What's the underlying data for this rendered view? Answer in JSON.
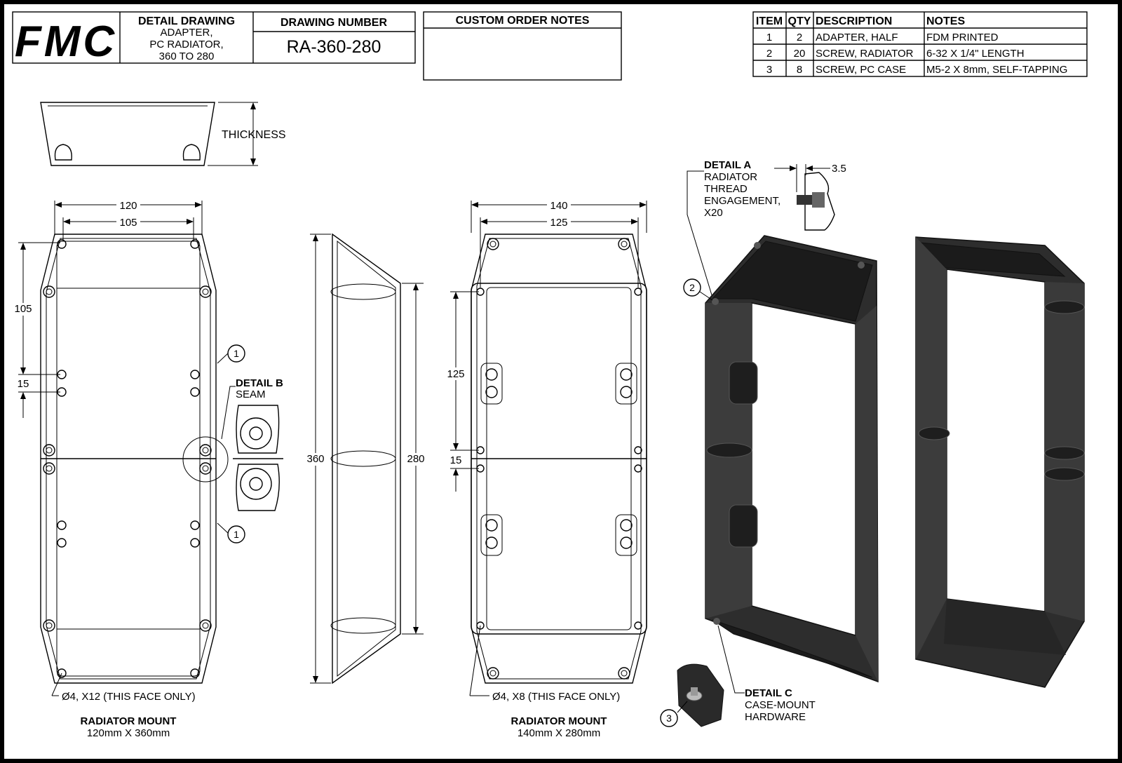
{
  "title_block": {
    "logo_text": "FMC",
    "logo_color": "#2e95c8",
    "detail_heading": "DETAIL DRAWING",
    "detail_lines": [
      "ADAPTER,",
      "PC RADIATOR,",
      "360 TO 280"
    ],
    "drawing_number_label": "DRAWING NUMBER",
    "drawing_number": "RA-360-280",
    "custom_notes_label": "CUSTOM ORDER NOTES",
    "custom_notes": ""
  },
  "bom": {
    "headers": [
      "ITEM",
      "QTY",
      "DESCRIPTION",
      "NOTES"
    ],
    "rows": [
      [
        "1",
        "2",
        "ADAPTER, HALF",
        "FDM PRINTED"
      ],
      [
        "2",
        "20",
        "SCREW, RADIATOR",
        "6-32 X 1/4\" LENGTH"
      ],
      [
        "3",
        "8",
        "SCREW, PC CASE",
        "M5-2 X 8mm, SELF-TAPPING"
      ]
    ]
  },
  "views": {
    "thickness_label": "THICKNESS",
    "left": {
      "dim_outer": "120",
      "dim_inner": "105",
      "dim_v1": "105",
      "dim_v2": "15",
      "hole_note": "Ø4, X12 (THIS FACE ONLY)",
      "caption": "RADIATOR MOUNT",
      "subcaption": "120mm X 360mm",
      "balloon_a": "1",
      "balloon_b": "1"
    },
    "detail_b": {
      "title": "DETAIL B",
      "sub": "SEAM"
    },
    "side": {
      "dim_left": "360",
      "dim_right": "280"
    },
    "right": {
      "dim_outer": "140",
      "dim_inner": "125",
      "dim_v1": "125",
      "dim_v2": "15",
      "hole_note": "Ø4, X8 (THIS FACE ONLY)",
      "caption": "RADIATOR MOUNT",
      "subcaption": "140mm X 280mm"
    },
    "detail_a": {
      "title": "DETAIL A",
      "lines": [
        "RADIATOR",
        "THREAD",
        "ENGAGEMENT,",
        "X20"
      ],
      "dim": "3.5"
    },
    "detail_c": {
      "title": "DETAIL C",
      "lines": [
        "CASE-MOUNT",
        "HARDWARE"
      ]
    },
    "balloons_iso": [
      "2",
      "3"
    ]
  }
}
